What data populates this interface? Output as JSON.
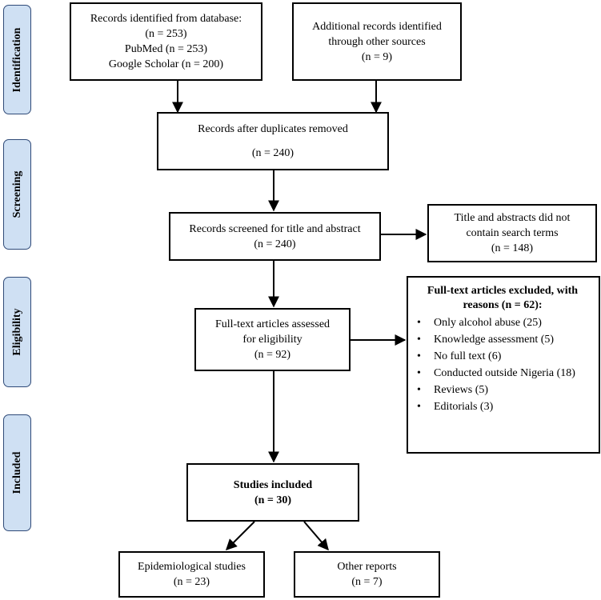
{
  "stages": {
    "identification": "Identification",
    "screening": "Screening",
    "eligibility": "Eligibility",
    "included": "Included"
  },
  "boxes": {
    "records_database": [
      "Records identified from database:",
      "(n = 253)",
      "PubMed (n = 253)",
      "Google Scholar (n = 200)"
    ],
    "additional_records": [
      "Additional records identified",
      "through other sources",
      "(n = 9)"
    ],
    "after_duplicates": [
      "Records after duplicates removed",
      "(n = 240)"
    ],
    "screened": [
      "Records screened for title and abstract",
      "(n = 240)"
    ],
    "screen_excluded": [
      "Title and abstracts did not",
      "contain search terms",
      "(n = 148)"
    ],
    "fulltext_assessed": [
      "Full-text articles assessed",
      "for eligibility",
      "(n = 92)"
    ],
    "fulltext_excluded": {
      "title": [
        "Full-text articles excluded, with",
        "reasons (n = 62):"
      ],
      "reasons": [
        "Only alcohol abuse (25)",
        "Knowledge assessment (5)",
        "No full text (6)",
        "Conducted outside Nigeria (18)",
        "Reviews (5)",
        "Editorials (3)"
      ]
    },
    "included": [
      "Studies included",
      "(n = 30)"
    ],
    "epidemiological": [
      "Epidemiological studies",
      "(n = 23)"
    ],
    "other_reports": [
      "Other reports",
      "(n = 7)"
    ]
  }
}
